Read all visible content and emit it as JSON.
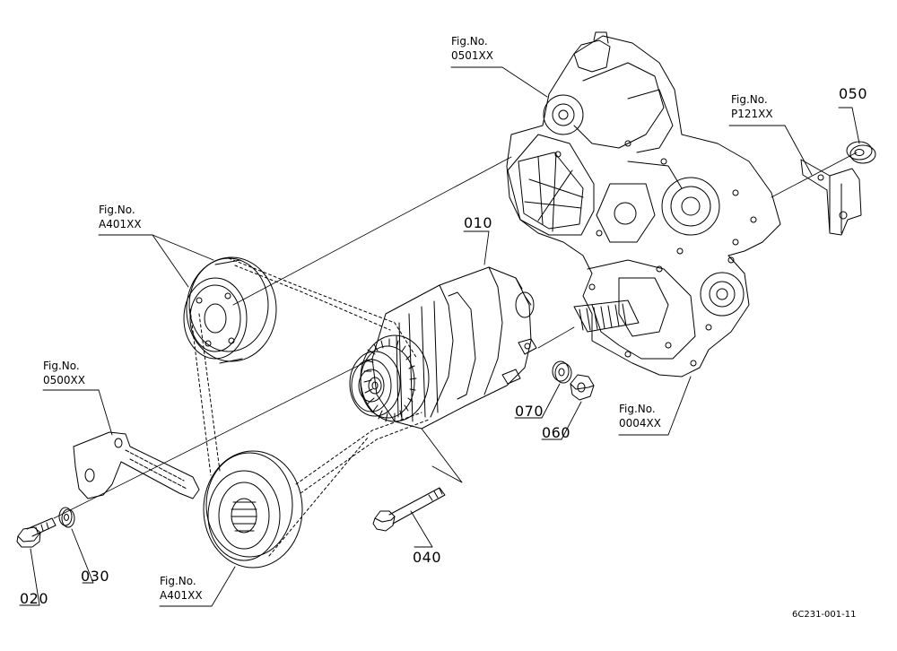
{
  "figure_refs": [
    {
      "key": "0501",
      "line1": "Fig.No.",
      "line2": "0501XX"
    },
    {
      "key": "p121",
      "line1": "Fig.No.",
      "line2": "P121XX"
    },
    {
      "key": "a401_top",
      "line1": "Fig.No.",
      "line2": "A401XX"
    },
    {
      "key": "0500",
      "line1": "Fig.No.",
      "line2": "0500XX"
    },
    {
      "key": "a401_bottom",
      "line1": "Fig.No.",
      "line2": "A401XX"
    },
    {
      "key": "0004",
      "line1": "Fig.No.",
      "line2": "0004XX"
    }
  ],
  "parts": {
    "p010": "010",
    "p020": "020",
    "p030": "030",
    "p040": "040",
    "p050": "050",
    "p060": "060",
    "p070": "070"
  },
  "drawing_code": "6C231-001-11"
}
